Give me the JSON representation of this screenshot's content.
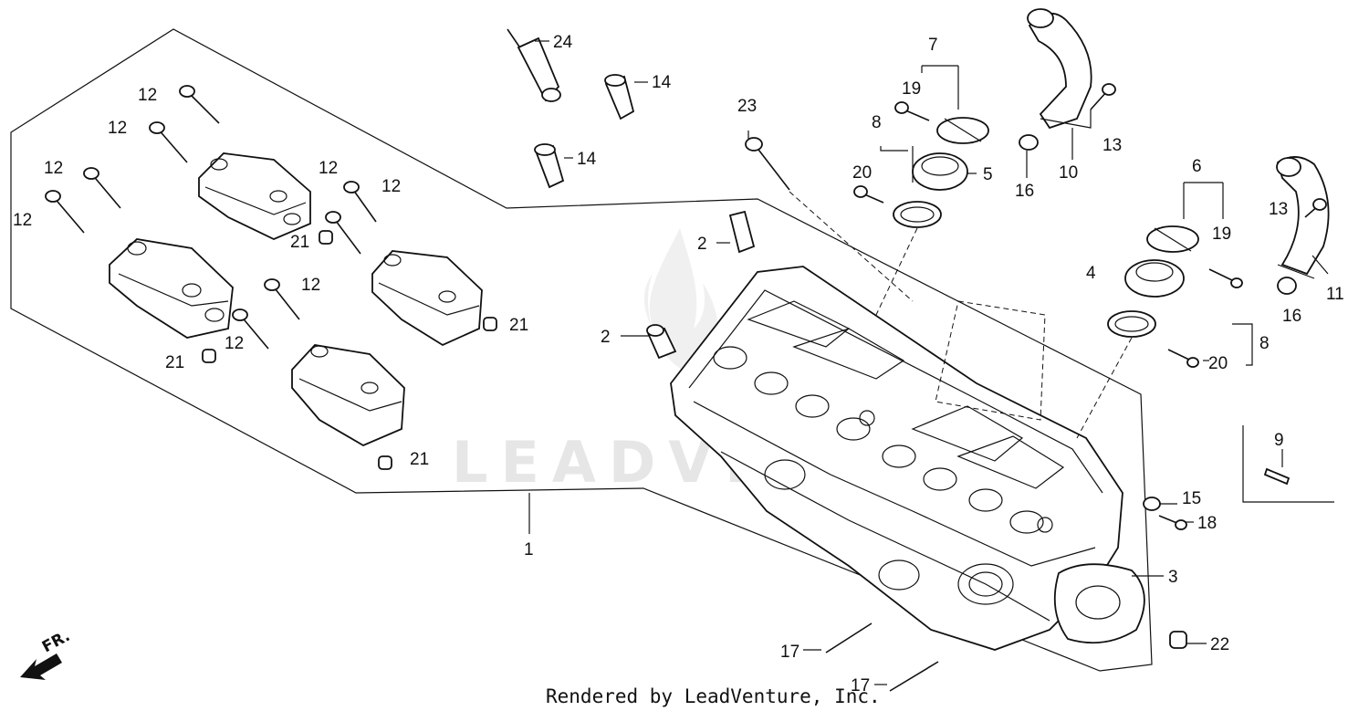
{
  "diagram": {
    "watermark": "LEADVENTURE",
    "footer": "Rendered by LeadVenture, Inc.",
    "direction_label": "FR.",
    "callouts": {
      "c24": "24",
      "c14a": "14",
      "c14b": "14",
      "c23": "23",
      "c7": "7",
      "c19a": "19",
      "c8a": "8",
      "c20a": "20",
      "c5": "5",
      "c16a": "16",
      "c10": "10",
      "c13a": "13",
      "c6": "6",
      "c13b": "13",
      "c19b": "19",
      "c4": "4",
      "c11": "11",
      "c16b": "16",
      "c8b": "8",
      "c20b": "20",
      "c9": "9",
      "c15": "15",
      "c18": "18",
      "c3": "3",
      "c22": "22",
      "c17a": "17",
      "c17b": "17",
      "c1": "1",
      "c2a": "2",
      "c2b": "2",
      "c12a": "12",
      "c12b": "12",
      "c12c": "12",
      "c12d": "12",
      "c12e": "12",
      "c12f": "12",
      "c12g": "12",
      "c12h": "12",
      "c21a": "21",
      "c21b": "21",
      "c21c": "21",
      "c21d": "21"
    }
  }
}
